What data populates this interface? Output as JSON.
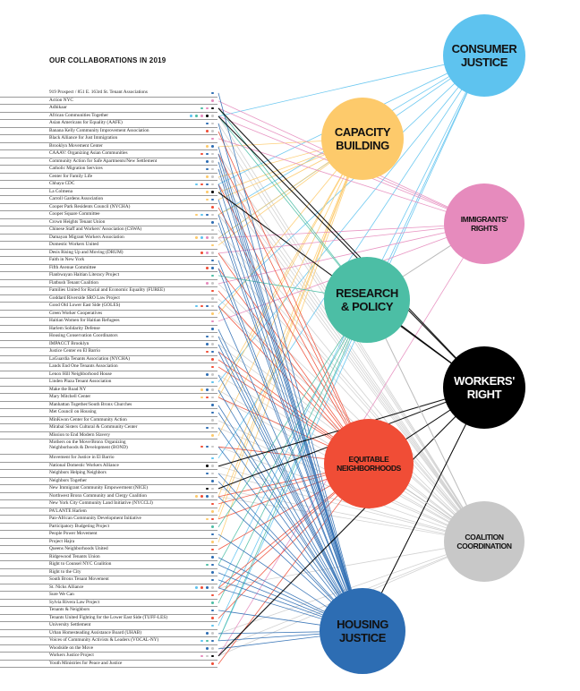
{
  "title": "OUR COLLABORATIONS IN 2019",
  "categories": {
    "C": {
      "label": "CONSUMER\nJUSTICE",
      "color": "#5ec3ef",
      "text": "#111"
    },
    "Y": {
      "label": "CAPACITY\nBUILDING",
      "color": "#fdca6b",
      "text": "#111"
    },
    "P": {
      "label": "IMMIGRANTS'\nRIGHTS",
      "color": "#e68bbd",
      "text": "#111"
    },
    "T": {
      "label": "RESEARCH\n& POLICY",
      "color": "#4cbea5",
      "text": "#111"
    },
    "K": {
      "label": "WORKERS'\nRIGHT",
      "color": "#000000",
      "text": "#ffffff"
    },
    "R": {
      "label": "EQUITABLE\nNEIGHBORHOODS",
      "color": "#f04d36",
      "text": "#111"
    },
    "G": {
      "label": "COALITION\nCOORDINATION",
      "color": "#c8c8c8",
      "text": "#111"
    },
    "B": {
      "label": "HOUSING\nJUSTICE",
      "color": "#2d6db3",
      "text": "#111"
    }
  },
  "organizations": [
    {
      "name": "919 Prospect / 851 E. 163rd St. Tenant Associations",
      "links": [
        "B"
      ]
    },
    {
      "name": "Action NYC",
      "links": [
        "P"
      ]
    },
    {
      "name": "Adhikaar",
      "links": [
        "T",
        "P",
        "K"
      ]
    },
    {
      "name": "African Communities Together",
      "links": [
        "C",
        "T",
        "P",
        "K",
        "G"
      ]
    },
    {
      "name": "Asian Americans for Equality (AAFE)",
      "links": [
        "B",
        "G"
      ]
    },
    {
      "name": "Banana Kelly Community Improvement Association",
      "links": [
        "R",
        "G"
      ]
    },
    {
      "name": "Black Alliance for Just Immigration",
      "links": [
        "P"
      ]
    },
    {
      "name": "Brooklyn Movement Center",
      "links": [
        "Y",
        "B"
      ]
    },
    {
      "name": "CAAAV: Organizing Asian Communities",
      "links": [
        "R",
        "B",
        "G"
      ]
    },
    {
      "name": "Community Action for Safe Apartments/New Settlement",
      "links": [
        "B",
        "G"
      ]
    },
    {
      "name": "Catholic Migration Services",
      "links": [
        "B",
        "G"
      ]
    },
    {
      "name": "Center for Family Life",
      "links": [
        "Y",
        "G"
      ]
    },
    {
      "name": "Chhaya CDC",
      "links": [
        "C",
        "R",
        "B",
        "G"
      ]
    },
    {
      "name": "La Colmena",
      "links": [
        "Y",
        "K"
      ]
    },
    {
      "name": "Carroll Gardens Association",
      "links": [
        "Y",
        "B"
      ]
    },
    {
      "name": "Cooper Park Residents Council (NYCHA)",
      "links": [
        "R"
      ]
    },
    {
      "name": "Cooper Square Committee",
      "links": [
        "Y",
        "C",
        "B",
        "G"
      ]
    },
    {
      "name": "Crown Heights Tenant Union",
      "links": [
        "B"
      ]
    },
    {
      "name": "Chinese Staff and Workers' Association (CSWA)",
      "links": [
        "G"
      ]
    },
    {
      "name": "Damayan Migrant Workers Association",
      "links": [
        "Y",
        "C",
        "P",
        "G"
      ]
    },
    {
      "name": "Domestic Workers United",
      "links": [
        "Y"
      ]
    },
    {
      "name": "Desis Rising Up and Moving (DRUM)",
      "links": [
        "R",
        "P",
        "G"
      ]
    },
    {
      "name": "Faith in New York",
      "links": [
        "B"
      ]
    },
    {
      "name": "Fifth Avenue Committee",
      "links": [
        "R",
        "B"
      ]
    },
    {
      "name": "Flanbwayan Haitian Literacy Project",
      "links": [
        "T"
      ]
    },
    {
      "name": "Flatbush Tenant Coalition",
      "links": [
        "P",
        "G"
      ]
    },
    {
      "name": "Families United for Racial and Economic Equality (FUREE)",
      "links": [
        "R"
      ]
    },
    {
      "name": "Goddard Riverside SRO Law Project",
      "links": [
        "G"
      ]
    },
    {
      "name": "Good Old Lower East Side (GOLES)",
      "links": [
        "C",
        "R",
        "B",
        "G"
      ]
    },
    {
      "name": "Green Worker Cooperatives",
      "links": [
        "Y"
      ]
    },
    {
      "name": "Haitian Women for Haitian Refugees",
      "links": [
        "P"
      ]
    },
    {
      "name": "Harlem Solidarity Defense",
      "links": [
        "B"
      ]
    },
    {
      "name": "Housing Conservation Coordinators",
      "links": [
        "B",
        "G"
      ]
    },
    {
      "name": "IMPACCT Brooklyn",
      "links": [
        "B",
        "G"
      ]
    },
    {
      "name": "Justice Center en El Barrio",
      "links": [
        "R",
        "B"
      ]
    },
    {
      "name": "LaGuardia Tenants Association (NYCHA)",
      "links": [
        "R"
      ]
    },
    {
      "name": "Lands End One Tenants Association",
      "links": [
        "R"
      ]
    },
    {
      "name": "Lenox Hill Neighborhood House",
      "links": [
        "B",
        "G"
      ]
    },
    {
      "name": "Linden Plaza Tenant Association",
      "links": [
        "C"
      ]
    },
    {
      "name": "Make the Road NY",
      "links": [
        "Y",
        "B",
        "G"
      ]
    },
    {
      "name": "Mary Mitchell Center",
      "links": [
        "Y",
        "R",
        "G"
      ]
    },
    {
      "name": "Manhattan Together/South Bronx Churches",
      "links": [
        "B"
      ]
    },
    {
      "name": "Met Council on Housing",
      "links": [
        "B"
      ]
    },
    {
      "name": "MinKwon Center for Community Action",
      "links": [
        "G"
      ]
    },
    {
      "name": "Mirabal Sisters Cultural & Community Center",
      "links": [
        "B",
        "G"
      ]
    },
    {
      "name": "Mission to End Modern Slavery",
      "links": [
        "Y"
      ]
    },
    {
      "name": "Mothers on the Move/Bronx Organizing\nNeighborhoods & Development (BOND)",
      "links": [
        "R",
        "B",
        "G"
      ]
    },
    {
      "name": "Movement for Justice in El Barrio",
      "links": [
        "C"
      ]
    },
    {
      "name": "National Domestic Workers Alliance",
      "links": [
        "K",
        "G"
      ]
    },
    {
      "name": "Neighbors Helping Neighbors",
      "links": [
        "B",
        "G"
      ]
    },
    {
      "name": "Neighbors Together",
      "links": [
        "B"
      ]
    },
    {
      "name": "New Immigrant Community Empowerment (NICE)",
      "links": [
        "K",
        "G"
      ]
    },
    {
      "name": "Northwest Bronx Community and Clergy Coalition",
      "links": [
        "Y",
        "R",
        "B",
        "G"
      ]
    },
    {
      "name": "New York City Community Land Initiative (NYCCLI)",
      "links": [
        "R"
      ]
    },
    {
      "name": "PA'LANTE Harlem",
      "links": [
        "Y"
      ]
    },
    {
      "name": "Pan-African Community Development Initiative",
      "links": [
        "Y",
        "R"
      ]
    },
    {
      "name": "Participatory Budgeting Project",
      "links": [
        "T"
      ]
    },
    {
      "name": "People Power Movement",
      "links": [
        "B"
      ]
    },
    {
      "name": "Project Hajra",
      "links": [
        "Y"
      ]
    },
    {
      "name": "Queens Neighborhoods United",
      "links": [
        "R"
      ]
    },
    {
      "name": "Ridgewood Tenants Union",
      "links": [
        "B"
      ]
    },
    {
      "name": "Right to Counsel NYC Coalition",
      "links": [
        "T",
        "B"
      ]
    },
    {
      "name": "Right to the City",
      "links": [
        "B"
      ]
    },
    {
      "name": "South Bronx Tenant Movement",
      "links": [
        "B"
      ]
    },
    {
      "name": "St. Nicks Alliance",
      "links": [
        "C",
        "R",
        "B",
        "G"
      ]
    },
    {
      "name": "Sure We Can",
      "links": [
        "R"
      ]
    },
    {
      "name": "Sylvia Rivera Law Project",
      "links": [
        "T"
      ]
    },
    {
      "name": "Tenants & Neighbors",
      "links": [
        "B"
      ]
    },
    {
      "name": "Tenants United Fighting for the Lower East Side (TUFF-LES)",
      "links": [
        "R"
      ]
    },
    {
      "name": "University Settlement",
      "links": [
        "C"
      ]
    },
    {
      "name": "Urban Homesteading Assistance Board (UHAB)",
      "links": [
        "B",
        "G"
      ]
    },
    {
      "name": "Voices of Community Activists & Leaders (VOCAL-NY)",
      "links": [
        "C",
        "T",
        "B"
      ]
    },
    {
      "name": "Woodside on the Move",
      "links": [
        "B",
        "G"
      ]
    },
    {
      "name": "Workers Justice Project",
      "links": [
        "P",
        "G",
        "K"
      ]
    },
    {
      "name": "Youth Ministries for Peace and Justice",
      "links": [
        "R"
      ]
    }
  ]
}
